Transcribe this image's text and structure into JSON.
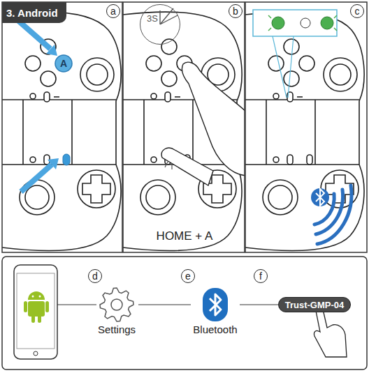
{
  "diagram": {
    "nodes": [
      {
        "text": [
          "3. Android"
        ]
      },
      {
        "text": [
          "a"
        ]
      },
      {
        "text": [
          "b"
        ]
      },
      {
        "text": [
          "3S"
        ]
      },
      {
        "text": [
          "c"
        ]
      },
      {
        "text": [
          "d"
        ]
      },
      {
        "text": [
          "Settings"
        ]
      },
      {
        "text": [
          "e"
        ]
      },
      {
        "text": [
          "Bluetooth"
        ]
      },
      {
        "text": [
          "f"
        ]
      },
      {
        "text": [
          "Trust-GMP-04"
        ]
      }
    ],
    "edges": [
      {
        "from": 6,
        "to": 8,
        "arrow": "none"
      },
      {
        "from": 8,
        "to": 10,
        "arrow": "none"
      }
    ],
    "labels": [
      "A",
      "HOME + A"
    ]
  }
}
